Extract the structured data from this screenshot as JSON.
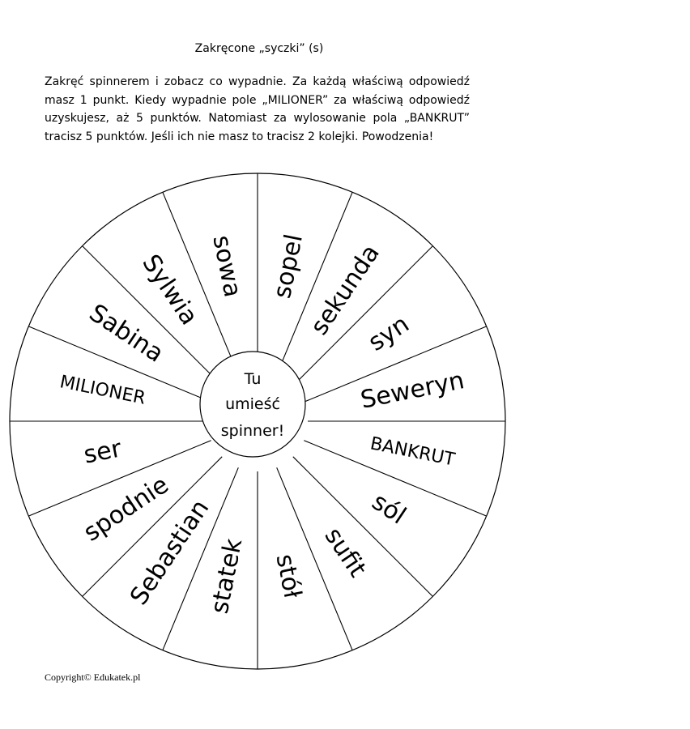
{
  "title": "Zakręcone „syczki” (s)",
  "intro": "Zakręć spinnerem i zobacz co wypadnie. Za każdą właściwą odpowiedź masz 1 punkt. Kiedy wypadnie pole „MILIONER” za właściwą odpowiedź uzyskujesz, aż 5 punktów. Natomiast za wylosowanie pola „BANKRUT” tracisz 5  punktów. Jeśli ich nie masz to tracisz 2 kolejki. Powodzenia!",
  "wheel": {
    "center_lines": [
      "Tu",
      "umieść",
      "spinner!"
    ],
    "segments": [
      {
        "label": "sopel"
      },
      {
        "label": "sekunda"
      },
      {
        "label": "syn"
      },
      {
        "label": "Seweryn"
      },
      {
        "label": "BANKRUT"
      },
      {
        "label": "sól"
      },
      {
        "label": "sufit"
      },
      {
        "label": "stół"
      },
      {
        "label": "statek"
      },
      {
        "label": "Sebastian"
      },
      {
        "label": "spodnie"
      },
      {
        "label": "ser"
      },
      {
        "label": "MILIONER"
      },
      {
        "label": "Sabina"
      },
      {
        "label": "Sylwia"
      },
      {
        "label": "sowa"
      }
    ]
  },
  "copyright": "Copyright© Edukatek.pl"
}
